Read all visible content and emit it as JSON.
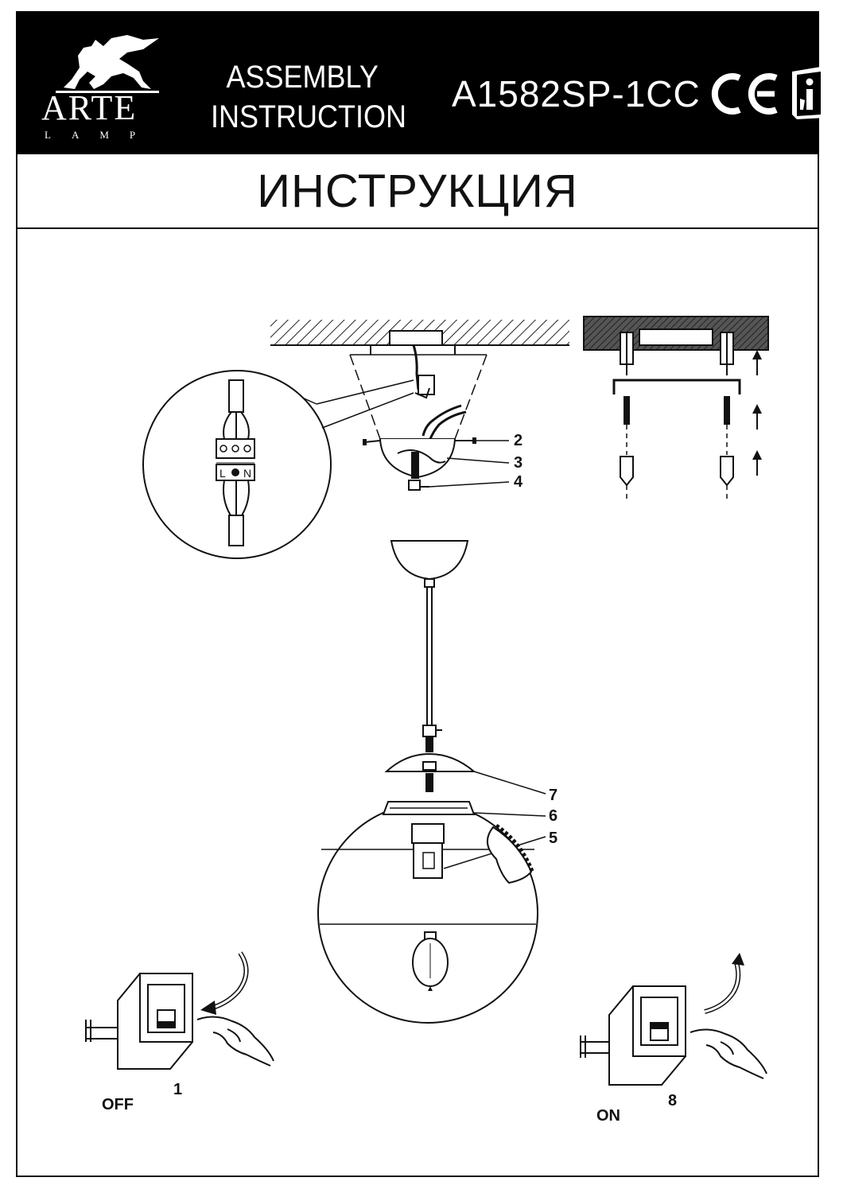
{
  "header": {
    "logo_word": "ARTE",
    "logo_sub": "LAMP",
    "title_line1": "ASSEMBLY",
    "title_line2": "INSTRUCTION",
    "model": "A1582SP-1CC",
    "ce_text": "CE"
  },
  "russian_title": "ИНСТРУКЦИЯ",
  "callouts": [
    "2",
    "3",
    "4",
    "5",
    "6",
    "7"
  ],
  "terminal_labels": [
    "L",
    "N"
  ],
  "switch_off": {
    "step": "1",
    "state": "OFF"
  },
  "switch_on": {
    "step": "8",
    "state": "ON"
  },
  "icons": [
    "griffin-logo-icon",
    "ce-mark-icon",
    "manual-info-icon"
  ]
}
